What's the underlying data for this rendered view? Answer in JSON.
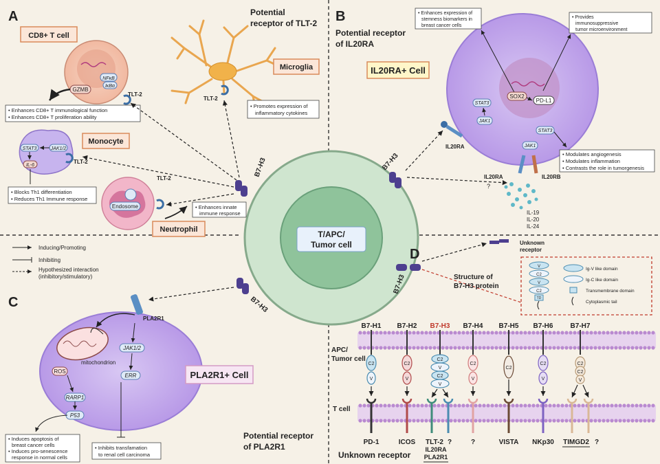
{
  "panels": {
    "A": {
      "letter": "A",
      "heading": [
        "Potential",
        "receptor of TLT-2"
      ],
      "cd8": {
        "title": "CD8+ T cell",
        "nfkb": "NFκB",
        "ikba": "IκBα",
        "gzmb": "GZMB",
        "receptor": "TLT-2",
        "notes": [
          "Enhances CD8+ T immunological function",
          "Enhances CD8+ T proliferation ability"
        ]
      },
      "microglia": {
        "title": "Microglia",
        "receptor": "TLT-2",
        "note": [
          "Promotes expression of",
          "inflammatory cytokines"
        ]
      },
      "monocyte": {
        "title": "Monocyte",
        "stat3": "STAT3",
        "jak12": "JAK1/2",
        "il6": "IL-6",
        "receptor": "TLT-2",
        "notes": [
          "Blocks Th1 differentiation",
          "Reduces Th1 Immune response"
        ]
      },
      "neutrophil": {
        "title": "Neutrophil",
        "endosome": "Endosome",
        "receptor": "TLT-2",
        "note": [
          "Enhances innate",
          "immune response"
        ]
      }
    },
    "B": {
      "letter": "B",
      "heading": [
        "Potential receptor",
        "of IL20RA"
      ],
      "cell_title": "IL20RA+ Cell",
      "note_top_left": [
        "Enhances expression of",
        "stemness biomarkers in",
        "breast cancer cells"
      ],
      "note_top_right": [
        "Provides",
        "immunosuppressive",
        "tumor microenvironment"
      ],
      "sox2": "SOX2",
      "pdl1": "PD-L1",
      "stat3a": "STAT3",
      "jak1a": "JAK1",
      "stat3b": "STAT3",
      "jak1b": "JAK1",
      "il20ra_left": "IL20RA",
      "il20ra": "IL20RA",
      "il20rb": "IL20RB",
      "question": "?",
      "ligands": [
        "IL-19",
        "IL-20",
        "IL-24"
      ],
      "notes_right": [
        "Modulates angiogenesis",
        "Modulates inflammation",
        "Contrasts the role in tumorgenesis"
      ]
    },
    "C": {
      "letter": "C",
      "heading": [
        "Potential receptor",
        "of PLA2R1"
      ],
      "cell_title": "PLA2R1+ Cell",
      "receptor": "PLA2R1",
      "mito": "mitochondrion",
      "jak": "JAK1/2",
      "err": "ERR",
      "ros": "ROS",
      "rarp1": "RARP1",
      "p53": "P53",
      "notes_left": [
        "Induces apoptosis of",
        "breast cancer cells",
        "Induces pro-senescence",
        "response in normal cells"
      ],
      "note_right": [
        "Inhibits transfamation",
        "to renal cell carcinoma"
      ]
    },
    "D": {
      "letter": "D",
      "unknown_receptor": [
        "Unknown",
        "receptor"
      ],
      "structure_title": [
        "Structure of",
        "B7-H3 protein"
      ],
      "protein_labels": [
        "V",
        "C2",
        "V",
        "C2",
        "TD"
      ],
      "legend": [
        "Ig-V like domain",
        "Ig-C like domain",
        "Transmembrane domain",
        "Cytoplasmic tail"
      ]
    }
  },
  "center": {
    "label": [
      "T/APC/",
      "Tumor cell"
    ],
    "b7h3": "B7-H3"
  },
  "legend": {
    "items": [
      "Inducing/Promoting",
      "Inhibiting",
      "Hypothesized interaction",
      "(inhibitory/stimulatory)"
    ]
  },
  "family": {
    "apc_label": [
      "APC/",
      "Tumor cell"
    ],
    "tcell_label": "T cell",
    "footer": "Unknown receptor",
    "ligands": [
      "B7-H1",
      "B7-H2",
      "B7-H3",
      "B7-H4",
      "B7-H5",
      "B7-H6",
      "B7-H7"
    ],
    "receptors": [
      "PD-1",
      "ICOS",
      "TLT-2",
      "?",
      "?",
      "VISTA",
      "NKp30",
      "TIMGD2",
      "?"
    ],
    "b7h3_receptor_extra": [
      "IL20RA",
      "PLA2R1"
    ],
    "domains": {
      "h1": [
        "C2",
        "V"
      ],
      "h2": [
        "C2",
        "V"
      ],
      "h3": [
        "C2",
        "V",
        "C2",
        "V"
      ],
      "h4": [
        "C2",
        "V"
      ],
      "h5": [
        "C2"
      ],
      "h6": [
        "C2",
        "V"
      ],
      "h7": [
        "C2",
        "C2",
        "V"
      ]
    },
    "accent_red": "#c0392b"
  },
  "colors": {
    "bg": "#f6f1e7",
    "cell_outer": "#cfe5cf",
    "cell_inner": "#8fc39b",
    "purple": "#b79ce6",
    "purple_dark": "#7d62c2",
    "orange_border": "#d98a5a"
  }
}
